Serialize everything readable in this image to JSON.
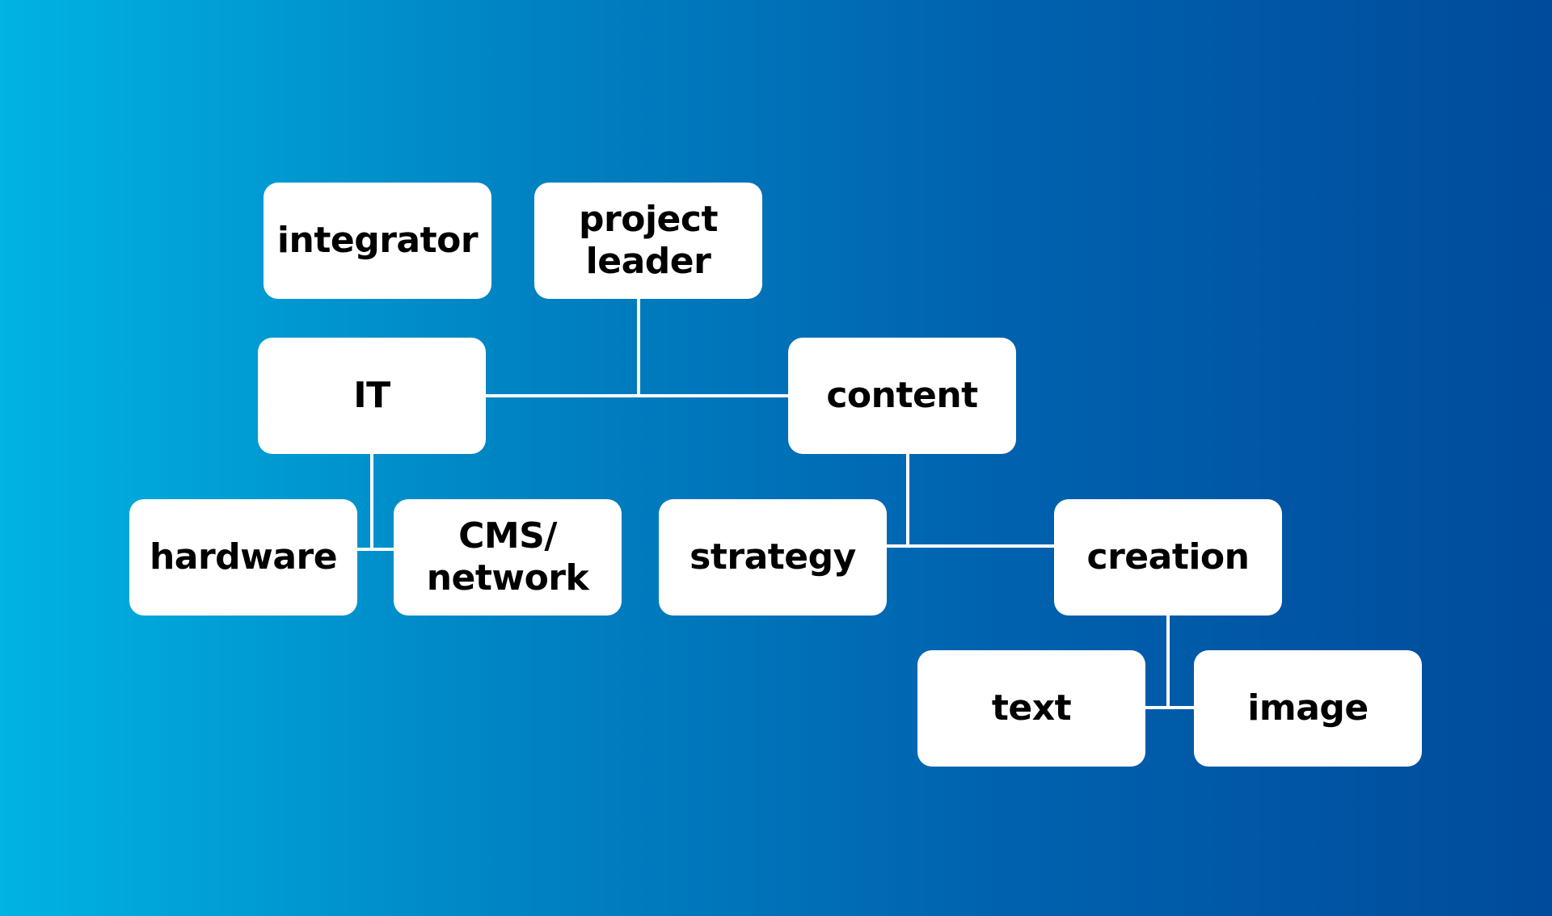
{
  "diagram": {
    "nodes": [
      {
        "id": "integrator",
        "label": "integrator"
      },
      {
        "id": "project-leader",
        "label": "project\nleader"
      },
      {
        "id": "it",
        "label": "IT"
      },
      {
        "id": "content",
        "label": "content"
      },
      {
        "id": "hardware",
        "label": "hardware"
      },
      {
        "id": "cms-network",
        "label": "CMS/\nnetwork"
      },
      {
        "id": "strategy",
        "label": "strategy"
      },
      {
        "id": "creation",
        "label": "creation"
      },
      {
        "id": "text",
        "label": "text"
      },
      {
        "id": "image",
        "label": "image"
      }
    ],
    "edges": [
      {
        "from": "project-leader",
        "to": "it"
      },
      {
        "from": "project-leader",
        "to": "content"
      },
      {
        "from": "it",
        "to": "hardware"
      },
      {
        "from": "it",
        "to": "cms-network"
      },
      {
        "from": "content",
        "to": "strategy"
      },
      {
        "from": "content",
        "to": "creation"
      },
      {
        "from": "creation",
        "to": "text"
      },
      {
        "from": "creation",
        "to": "image"
      }
    ]
  },
  "colors": {
    "gradient_start": "#00b3e3",
    "gradient_end": "#004b9b",
    "node_fill": "#ffffff",
    "text": "#000000",
    "connector": "#ffffff"
  }
}
